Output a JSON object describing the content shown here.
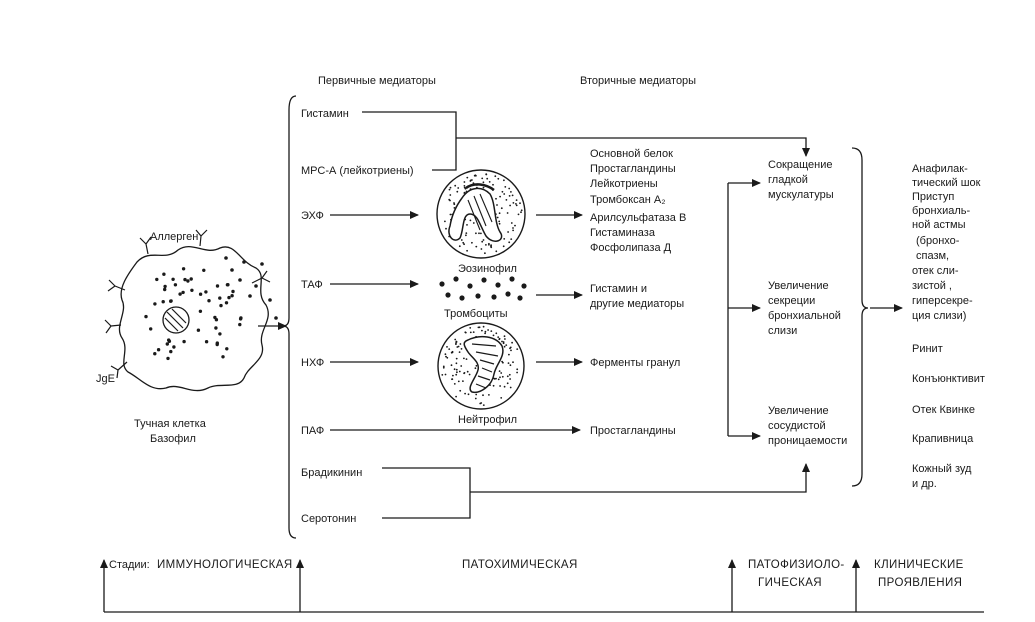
{
  "header": {
    "primary": "Первичные медиаторы",
    "secondary": "Вторичные медиаторы"
  },
  "cell": {
    "allergen": "Аллерген",
    "ige": "JgE",
    "caption_line1": "Тучная клетка",
    "caption_line2": "Базофил"
  },
  "primary_mediators": {
    "histamine": "Гистамин",
    "mrs_a": "МРС-А  (лейкотриены)",
    "ehf": "ЭХФ",
    "taf": "ТАФ",
    "nhf": "НХФ",
    "paf": "ПАФ",
    "bradykinin": "Брадикинин",
    "serotonin": "Серотонин"
  },
  "cells_mid": {
    "eosinophil": "Эозинофил",
    "platelets": "Тромбоциты",
    "neutrophil": "Нейтрофил"
  },
  "secondary_mediators": {
    "eos_list": [
      "Основной белок",
      "Простагландины",
      "Лейкотриены",
      "Тромбоксан A₂",
      "Арилсульфатаза В",
      "Гистаминаза",
      "Фосфолипаза Д"
    ],
    "platelet_list": [
      "Гистамин и",
      "другие медиаторы"
    ],
    "neutrophil": "Ферменты гранул",
    "paf": "Простагландины"
  },
  "effects": {
    "smooth": [
      "Сокращение",
      "гладкой",
      "мускулатуры"
    ],
    "secretion": [
      "Увеличение",
      "секреции",
      "бронхиальной",
      "слизи"
    ],
    "permeability": [
      "Увеличение",
      "сосудистой",
      "проницаемости"
    ]
  },
  "manifestations": {
    "anaphylaxis": [
      "Анафилак-",
      "тический шок",
      "Приступ",
      "бронхиаль-",
      "ной астмы",
      "(бронхо-",
      "спазм,",
      "отек сли-",
      "зистой  ,",
      "гиперсекре-",
      "ция слизи)"
    ],
    "rhinitis": "Ринит",
    "conjunctivitis": "Конъюнктивит",
    "quincke": "Отек Квинке",
    "urticaria": "Крапивница",
    "itch": [
      "Кожный зуд",
      "и др."
    ]
  },
  "stages": {
    "prefix": "Стадии:",
    "immunological": "ИММУНОЛОГИЧЕСКАЯ",
    "pathochemical": "ПАТОХИМИЧЕСКАЯ",
    "pathophysiological": [
      "ПАТОФИЗИОЛО-",
      "ГИЧЕСКАЯ"
    ],
    "clinical": [
      "КЛИНИЧЕСКИЕ",
      "ПРОЯВЛЕНИЯ"
    ]
  }
}
